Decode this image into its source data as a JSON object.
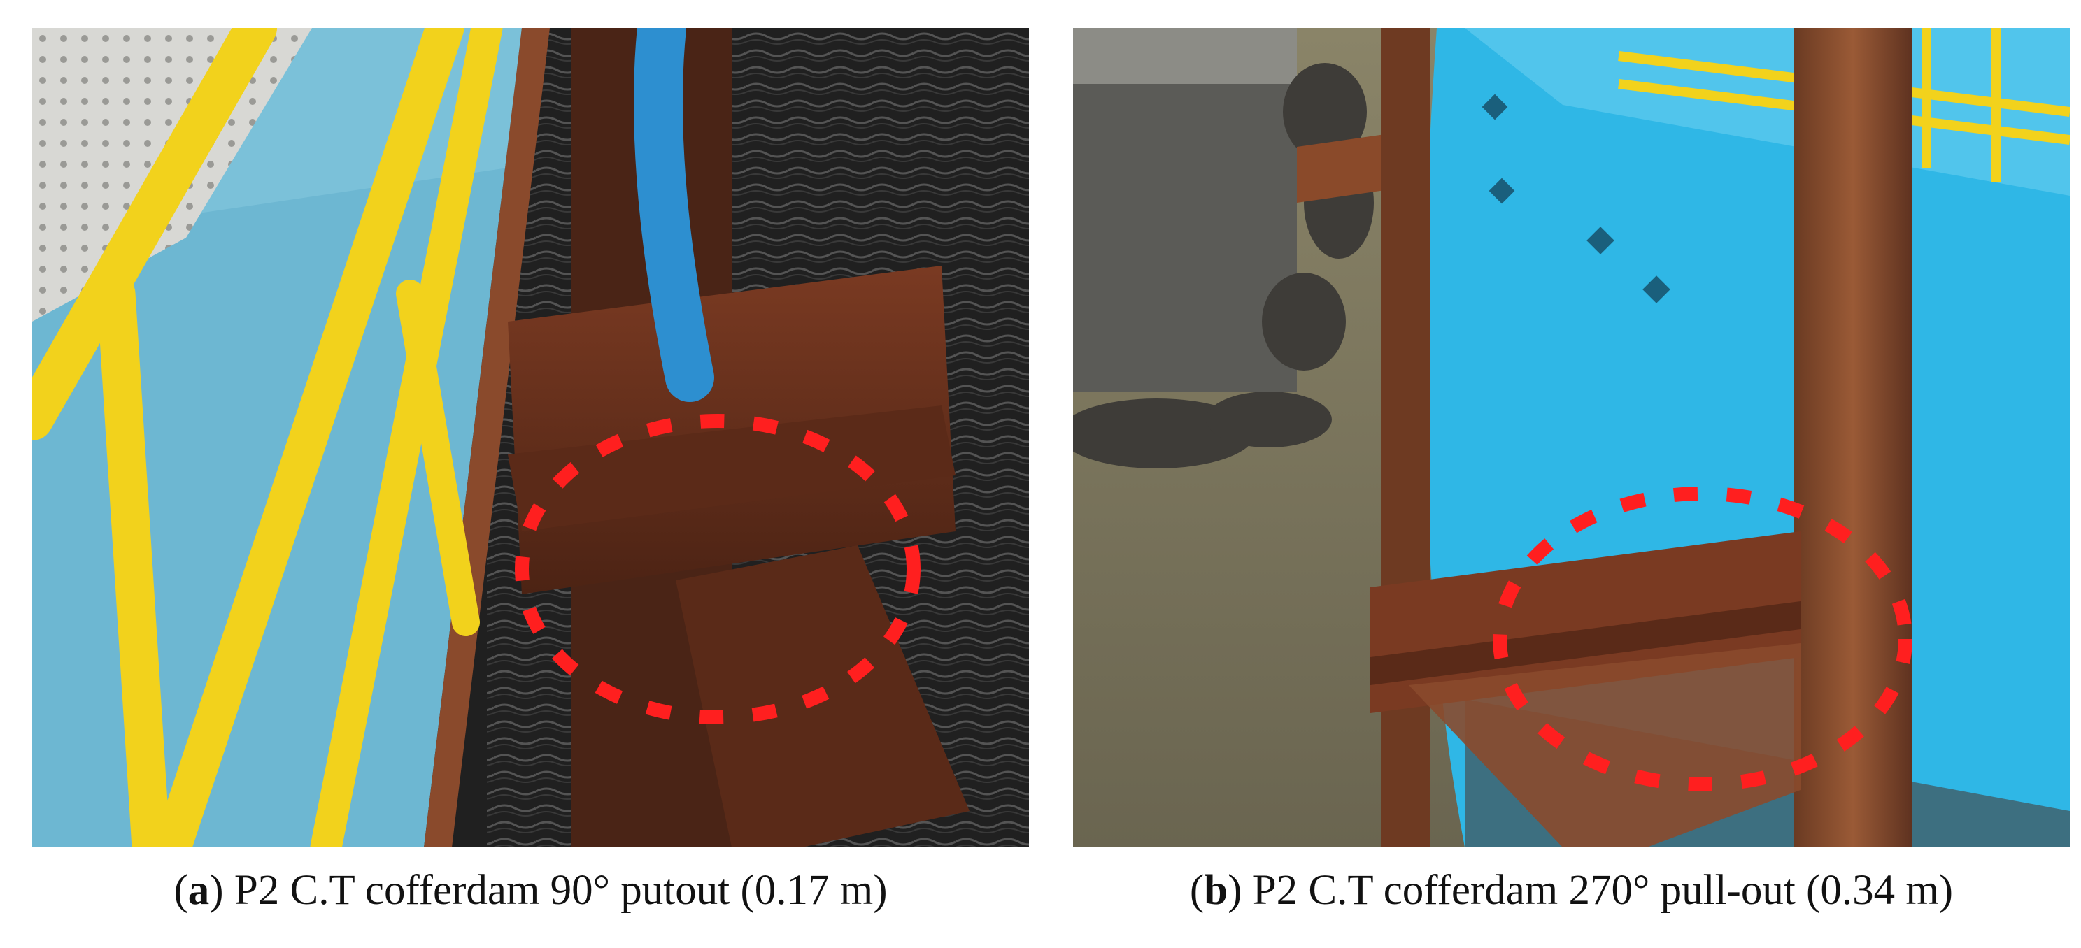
{
  "panels": [
    {
      "letter": "a",
      "caption_text": "P2 C.T cofferdam 90° putout (0.17 m)"
    },
    {
      "letter": "b",
      "caption_text": "P2 C.T cofferdam 270° pull-out (0.34 m)"
    }
  ],
  "colors": {
    "highlight": "#ff1f1f",
    "rust": "#6e2f1a",
    "cofferdam_blue": "#2fb7e6",
    "railing_yellow": "#f2d21c",
    "water": "#2a2a2a"
  }
}
